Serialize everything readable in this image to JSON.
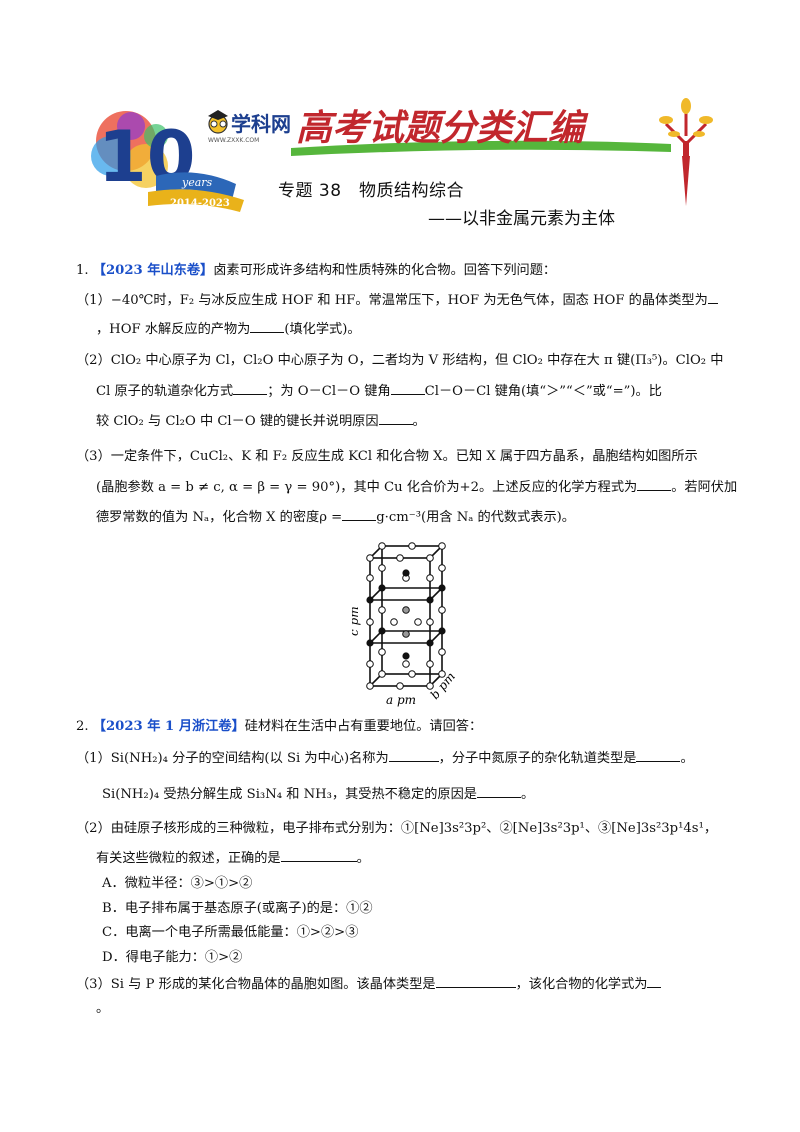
{
  "header": {
    "logo_text": "学科网",
    "logo_url_text": "WWW.ZXXK.COM",
    "anniv_years": "years",
    "anniv_range": "2014-2023",
    "banner_title": "高考试题分类汇编",
    "topic_title": "专题 38　物质结构综合",
    "topic_subtitle": "——以非金属元素为主体"
  },
  "q1": {
    "num": "1.",
    "source": "【2023 年山东卷】",
    "intro": "卤素可形成许多结构和性质特殊的化合物。回答下列问题：",
    "p1_a": "（1）−40℃时，F₂ 与冰反应生成 HOF 和 HF。常温常压下，HOF 为无色气体，固态 HOF 的晶体类型为",
    "p1_b": "，HOF 水解反应的产物为",
    "p1_c": "(填化学式)。",
    "p2_a": "（2）ClO₂ 中心原子为 Cl，Cl₂O 中心原子为 O，二者均为 V 形结构，但 ClO₂ 中存在大 π 键(Π₃⁵)。ClO₂ 中",
    "p2_b": "Cl 原子的轨道杂化方式",
    "p2_c": "；为 O－Cl－O 键角",
    "p2_d": "Cl－O－Cl 键角(填“＞”“＜”或“=”)。比",
    "p2_e": "较 ClO₂ 与 Cl₂O 中 Cl－O 键的键长并说明原因",
    "p2_f": "。",
    "p3_a": "（3）一定条件下，CuCl₂、K 和 F₂ 反应生成 KCl 和化合物 X。已知 X 属于四方晶系，晶胞结构如图所示",
    "p3_b": "(晶胞参数 a = b ≠ c, α = β = γ = 90°)，其中 Cu 化合价为+2。上述反应的化学方程式为",
    "p3_c": "。若阿伏加",
    "p3_d": "德罗常数的值为 Nₐ，化合物 X 的密度ρ =",
    "p3_e": "g·cm⁻³(用含 Nₐ 的代数式表示)。",
    "fig_c": "c pm",
    "fig_a": "a pm",
    "fig_b": "b pm"
  },
  "q2": {
    "num": "2.",
    "source": "【2023 年 1 月浙江卷】",
    "intro": "硅材料在生活中占有重要地位。请回答：",
    "p1_a": "（1）Si(NH₂)₄ 分子的空间结构(以 Si 为中心)名称为",
    "p1_b": "，分子中氮原子的杂化轨道类型是",
    "p1_c": "。",
    "p1_d": "Si(NH₂)₄ 受热分解生成 Si₃N₄ 和 NH₃，其受热不稳定的原因是",
    "p1_e": "。",
    "p2_a": "（2）由硅原子核形成的三种微粒，电子排布式分别为：①[Ne]3s²3p²、②[Ne]3s²3p¹、③[Ne]3s²3p¹4s¹，",
    "p2_b": "有关这些微粒的叙述，正确的是",
    "p2_c": "。",
    "options": [
      "A．微粒半径：③>①>②",
      "B．电子排布属于基态原子(或离子)的是：①②",
      "C．电离一个电子所需最低能量：①>②>③",
      "D．得电子能力：①>②"
    ],
    "p3_a": "（3）Si 与 P 形成的某化合物晶体的晶胞如图。该晶体类型是",
    "p3_b": "，该化合物的化学式为",
    "p3_c": "。"
  }
}
